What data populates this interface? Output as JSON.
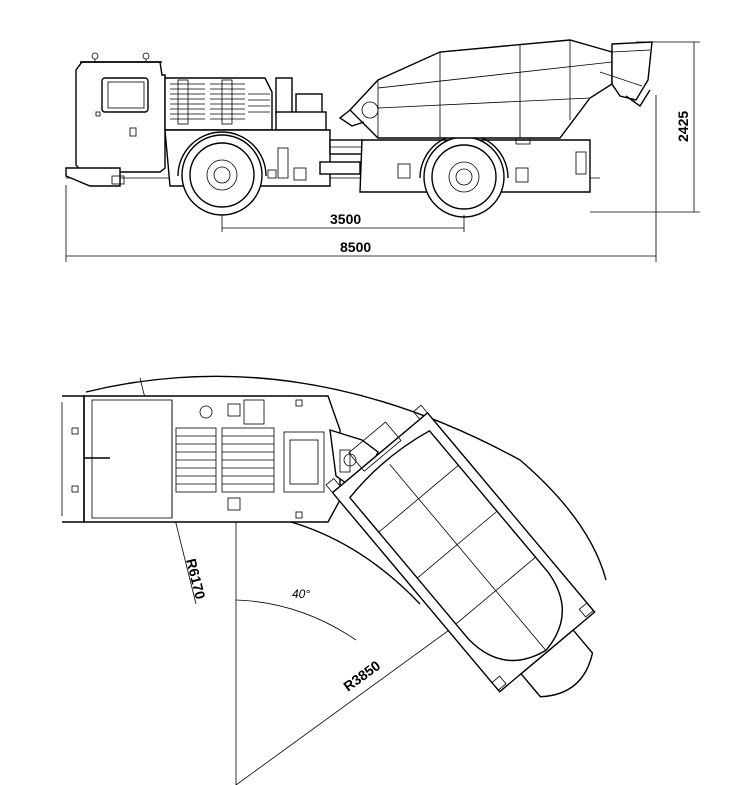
{
  "side_view": {
    "wheelbase_label": "3500",
    "length_label": "8500",
    "height_label": "2425"
  },
  "top_view": {
    "outer_radius_label": "R6170",
    "inner_radius_label": "R3850",
    "angle_label": "40°"
  }
}
